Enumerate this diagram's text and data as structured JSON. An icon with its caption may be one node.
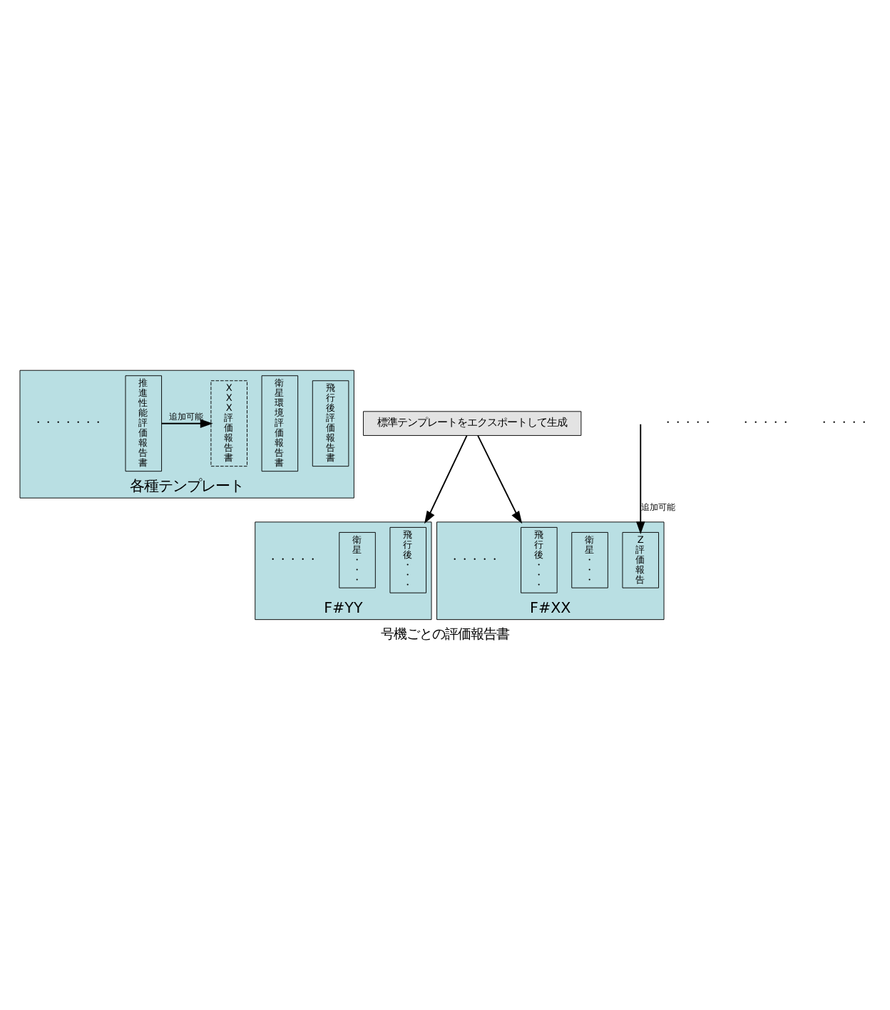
{
  "diagram": {
    "caption": "号機ごとの評価報告書",
    "nodes": [
      {
        "text": [
          "各種テンプレート"
        ]
      },
      {
        "text": [
          "飛行後評価報告書"
        ],
        "in": 0
      },
      {
        "text": [
          "衛星環境評価報告書"
        ],
        "in": 0
      },
      {
        "text": [
          "推進性能評価報告書"
        ],
        "in": 0
      },
      {
        "text": [
          "XXX評価報告書"
        ],
        "in": 0
      },
      {
        "text": [
          "標準テンプレートをエクスポートして生成"
        ]
      },
      {
        "text": [
          "F#XX"
        ]
      },
      {
        "text": [
          "飛行後・・・"
        ],
        "in": 6
      },
      {
        "text": [
          "衛星・・・"
        ],
        "in": 6
      },
      {
        "text": [
          "Z評価報告"
        ],
        "in": 6
      },
      {
        "text": [
          "F#YY"
        ]
      },
      {
        "text": [
          "飛行後・・・"
        ],
        "in": 10
      },
      {
        "text": [
          "衛星・・・"
        ],
        "in": 10
      }
    ],
    "edges": [
      {
        "from": 3,
        "to": 4,
        "arrow": "to",
        "label": "追加可能"
      },
      {
        "from": 5,
        "to": 6,
        "arrow": "to"
      },
      {
        "from": 5,
        "to": 10,
        "arrow": "to"
      },
      {
        "from": null,
        "to": 9,
        "arrow": "to",
        "label": "追加可能"
      }
    ],
    "labels": [
      "・・・・・・・",
      "・・・・・",
      "・・・・・",
      "・・・・・",
      "・・・・・",
      "・・・・・"
    ]
  }
}
